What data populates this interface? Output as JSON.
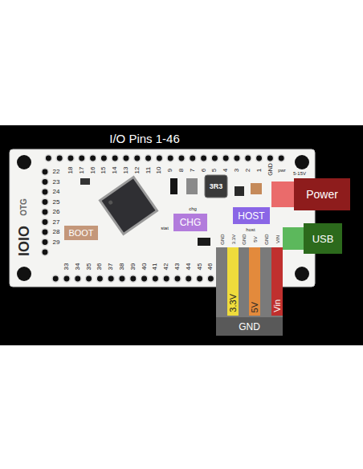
{
  "diagram": {
    "title": "I/O Pins 1-46",
    "nodes": [
      {
        "text": [
          "Power"
        ]
      },
      {
        "text": [
          "HOST"
        ]
      },
      {
        "text": [
          "CHG"
        ]
      },
      {
        "text": [
          "USB"
        ]
      },
      {
        "text": [
          "BOOT"
        ]
      },
      {
        "text": [
          "3.3V"
        ]
      },
      {
        "text": [
          "5V"
        ]
      },
      {
        "text": [
          "Vin"
        ]
      },
      {
        "text": [
          "GND"
        ]
      }
    ],
    "labels": [
      "IOIO",
      "OTG",
      "18",
      "17",
      "16",
      "15",
      "14",
      "13",
      "12",
      "11",
      "10",
      "9",
      "8",
      "7",
      "6",
      "5",
      "4",
      "3",
      "2",
      "1",
      "GND",
      "pwr",
      "5-15V",
      "22",
      "23",
      "24",
      "25",
      "26",
      "27",
      "28",
      "29",
      "3R3",
      "stat",
      "chg",
      "host",
      "33",
      "34",
      "35",
      "36",
      "37",
      "38",
      "39",
      "40",
      "41",
      "42",
      "43",
      "44",
      "45",
      "46",
      "GND",
      "3.3V",
      "GND",
      "5V",
      "GND",
      "VIN"
    ]
  }
}
